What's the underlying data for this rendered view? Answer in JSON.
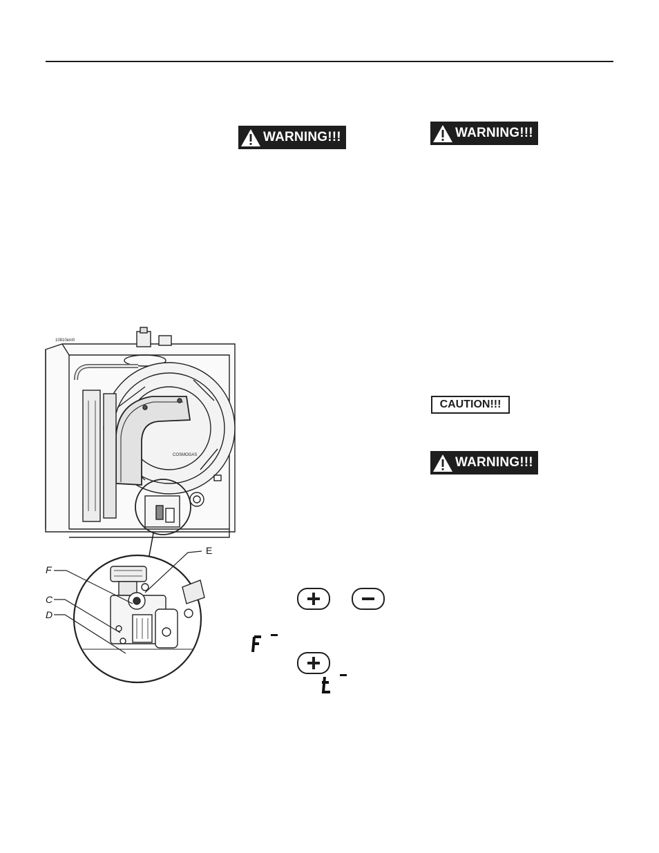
{
  "warnings": [
    {
      "label": "WARNING!!!"
    },
    {
      "label": "WARNING!!!"
    },
    {
      "label": "WARNING!!!"
    }
  ],
  "caution": {
    "label": "CAUTION!!!"
  },
  "figure": {
    "callouts": {
      "e": "E",
      "f": "F",
      "c": "C",
      "d": "D"
    },
    "brand_text": "COSMOGAS",
    "code_text": "10810eni0"
  },
  "display_symbols": {
    "plus_button": "+",
    "minus_button": "−",
    "f_code": "F -",
    "t_code": "t -"
  }
}
